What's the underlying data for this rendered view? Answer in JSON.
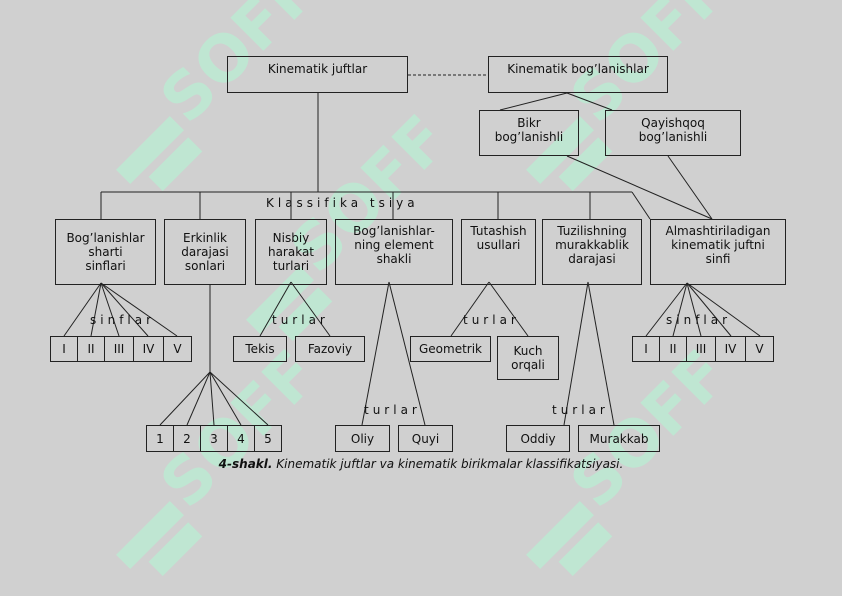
{
  "top": {
    "kin_juftlar": "Kinematik juftlar",
    "kin_boglanishlar": "Kinematik bog’lanishlar"
  },
  "sub": {
    "bikr": "Bikr\nbog’lanishli",
    "qayishqoq": "Qayishqoq\nbog’lanishli"
  },
  "klassifikatsiya": "Klassifika tsiya",
  "categories": [
    "Bog’lanishlar\nsharti\nsinflari",
    "Erkinlik\ndarajasi\nsonlari",
    "Nisbiy\nharakat\nturlari",
    "Bog’lanishlar-\nning element\nshakli",
    "Tutashish\nusullari",
    "Tuzilishning\nmurakkablik\ndarajasi",
    "Almashtiriladigan\nkinematik juftni\nsinfi"
  ],
  "labels": {
    "sinflar": "sinflar",
    "turlar": "turlar"
  },
  "roman": [
    "I",
    "II",
    "III",
    "IV",
    "V"
  ],
  "numbers": [
    "1",
    "2",
    "3",
    "4",
    "5"
  ],
  "harakat": [
    "Tekis",
    "Fazoviy"
  ],
  "element": [
    "Oliy",
    "Quyi"
  ],
  "tutashish": [
    "Geometrik",
    "Kuch\norqali"
  ],
  "murakkablik": [
    "Oddiy",
    "Murakkab"
  ],
  "caption": {
    "prefix": "4-shakl.",
    "text": "Kinematik juftlar va kinematik birikmalar klassifikatsiyasi."
  },
  "watermark": {
    "text": "SOFF",
    "color": "#bfe6d2"
  }
}
